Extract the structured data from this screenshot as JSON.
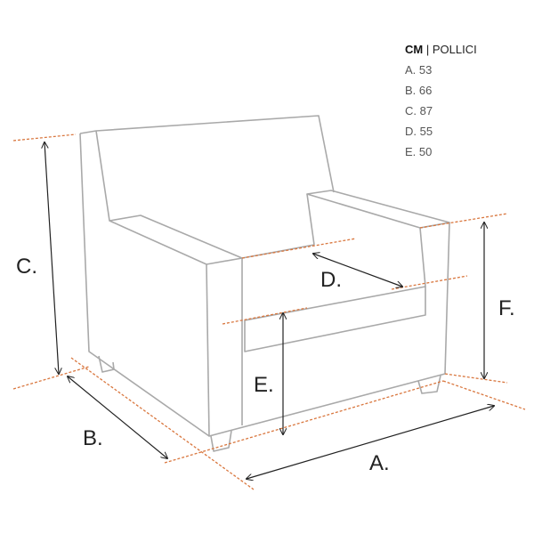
{
  "legend": {
    "unit_primary": "CM",
    "separator": "|",
    "unit_secondary": "POLLICI",
    "items": [
      "A. 53",
      "B. 66",
      "C. 87",
      "D. 55",
      "E. 50"
    ]
  },
  "labels": {
    "a": "A.",
    "b": "B.",
    "c": "C.",
    "d": "D.",
    "e": "E.",
    "f": "F."
  },
  "colors": {
    "outline": "#a9a9a9",
    "guide": "#d9773f",
    "arrow": "#222222"
  }
}
